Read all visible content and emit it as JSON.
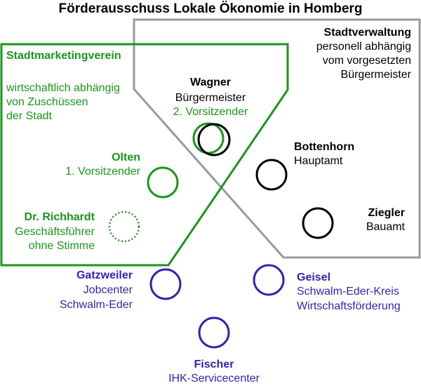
{
  "title": "Förderausschuss Lokale Ökonomie in Homberg",
  "colors": {
    "green": "#1a961a",
    "gray": "#9a9a9a",
    "black": "#000000",
    "purple": "#3a1fb0"
  },
  "groups": {
    "stadtverwaltung": {
      "name": "Stadtverwaltung",
      "description": [
        "personell abhängig",
        "vom vorgesetzten",
        "Bürgermeister"
      ]
    },
    "stadtmarketing": {
      "name": "Stadtmarketingverein",
      "description": [
        "wirtschaftlich abhängig",
        "von Zuschüssen",
        "der Stadt"
      ]
    }
  },
  "people": {
    "wagner": {
      "name": "Wagner",
      "role1": "Bürgermeister",
      "role2": "2. Vorsitzender"
    },
    "olten": {
      "name": "Olten",
      "role": "1. Vorsitzender"
    },
    "richhardt": {
      "name": "Dr. Richhardt",
      "role1": "Geschäftsführer",
      "role2": "ohne Stimme"
    },
    "bottenhorn": {
      "name": "Bottenhorn",
      "role": "Hauptamt"
    },
    "ziegler": {
      "name": "Ziegler",
      "role": "Bauamt"
    },
    "gatzweiler": {
      "name": "Gatzweiler",
      "role1": "Jobcenter",
      "role2": "Schwalm-Eder"
    },
    "geisel": {
      "name": "Geisel",
      "role1": "Schwalm-Eder-Kreis",
      "role2": "Wirtschaftsförderung"
    },
    "fischer": {
      "name": "Fischer",
      "role": "IHK-Servicecenter"
    }
  }
}
